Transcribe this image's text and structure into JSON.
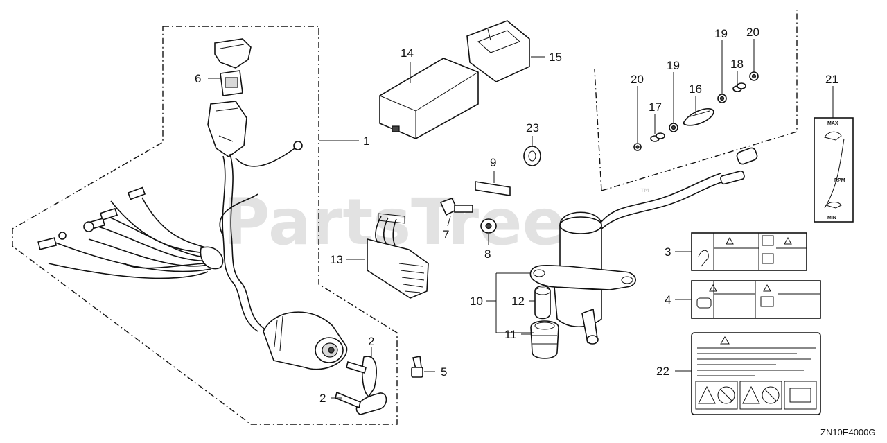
{
  "diagram": {
    "watermark": "PartsTree",
    "watermark_mark": "™",
    "drawing_code": "ZN10E4000G",
    "callouts": {
      "c1": "1",
      "c2a": "2",
      "c2b": "2",
      "c3": "3",
      "c4": "4",
      "c5": "5",
      "c6": "6",
      "c7": "7",
      "c8": "8",
      "c9": "9",
      "c10": "10",
      "c11": "11",
      "c12": "12",
      "c13": "13",
      "c14": "14",
      "c15": "15",
      "c16": "16",
      "c17": "17",
      "c18": "18",
      "c19a": "19",
      "c19b": "19",
      "c20a": "20",
      "c20b": "20",
      "c21": "21",
      "c22": "22",
      "c23": "23"
    },
    "gauge_text": {
      "max": "MAX",
      "min": "MIN",
      "rpm": "RPM"
    }
  }
}
